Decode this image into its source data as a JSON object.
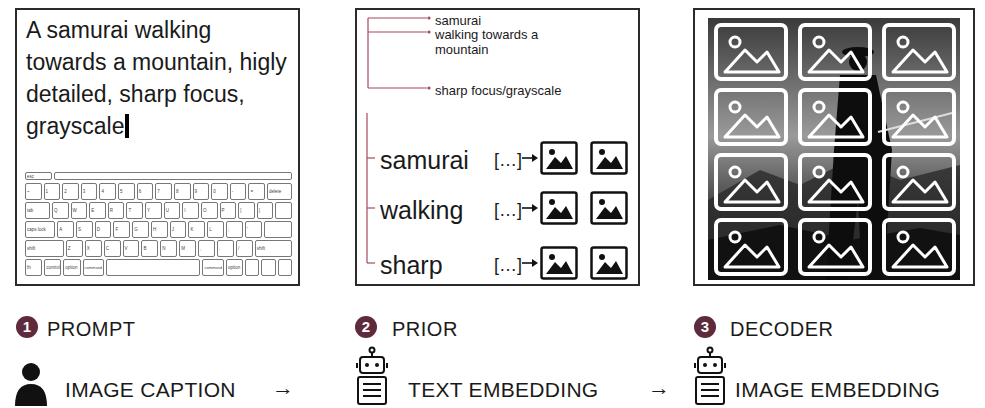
{
  "diagram": {
    "nodes": [
      {
        "text": [
          "A samurai walking towards a mountain, higly detailed, sharp focus, grayscale",
          "PROMPT"
        ]
      },
      {
        "text": [
          "samurai",
          "walking towards a mountain",
          "sharp focus/grayscale",
          "samurai",
          "[…]",
          "walking",
          "[…]",
          "sharp",
          "[…]",
          "PRIOR"
        ]
      },
      {
        "text": [
          "DECODER"
        ]
      }
    ],
    "labels": [
      "esc",
      "~",
      "1",
      "2",
      "3",
      "4",
      "5",
      "6",
      "7",
      "8",
      "9",
      "0",
      "-",
      "=",
      "delete",
      "tab",
      "Q",
      "W",
      "E",
      "R",
      "T",
      "Y",
      "U",
      "I",
      "O",
      "P",
      "[",
      "]",
      "caps lock",
      "A",
      "S",
      "D",
      "F",
      "G",
      "H",
      "J",
      "K",
      "L",
      ";",
      "'",
      "shift",
      "Z",
      "X",
      "C",
      "V",
      "B",
      "N",
      "M",
      ",",
      ".",
      "/",
      "shift",
      "fn",
      "control",
      "option",
      "command",
      "command",
      "option",
      "1",
      "2",
      "3",
      "IMAGE CAPTION",
      "→",
      "TEXT EMBEDDING",
      "→",
      "IMAGE EMBEDDING"
    ]
  }
}
